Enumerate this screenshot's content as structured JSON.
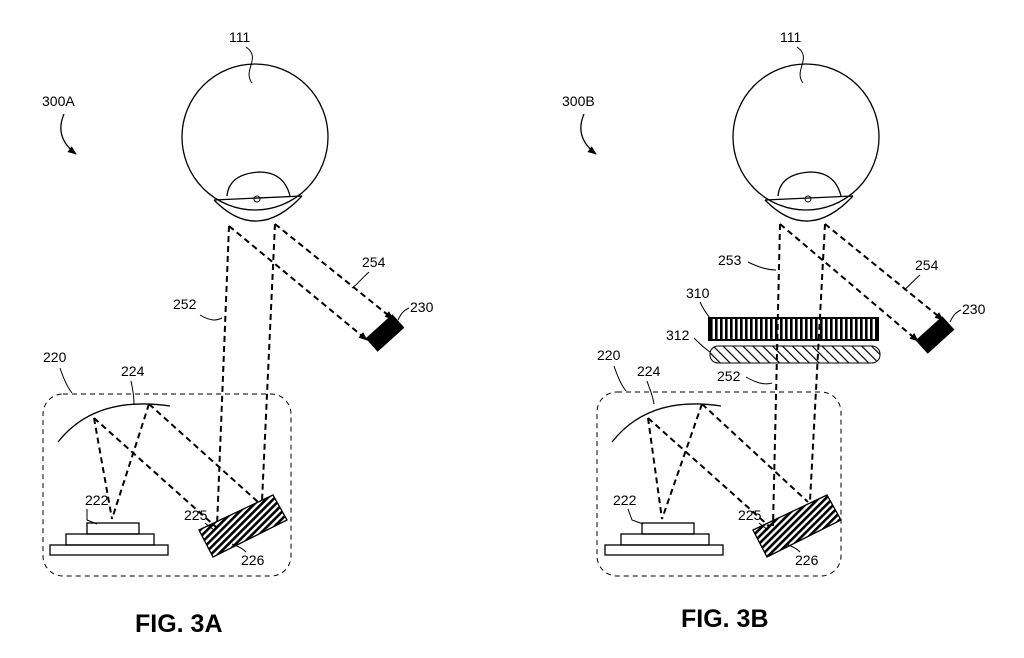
{
  "figures": [
    {
      "ref": "300A",
      "caption": "FIG. 3A",
      "labels": {
        "eye": "111",
        "optical_module": "220",
        "light_source": "222",
        "reflector": "224",
        "combiner_face": "225",
        "combiner": "226",
        "sensor": "230",
        "ray_to_combiner": "252",
        "ray_to_sensor": "254"
      }
    },
    {
      "ref": "300B",
      "caption": "FIG. 3B",
      "labels": {
        "eye": "111",
        "optical_module": "220",
        "light_source": "222",
        "reflector": "224",
        "combiner_face": "225",
        "combiner": "226",
        "sensor": "230",
        "ray_lower": "252",
        "ray_upper": "253",
        "ray_to_sensor": "254",
        "panel_top": "310",
        "panel_bottom": "312"
      }
    }
  ]
}
